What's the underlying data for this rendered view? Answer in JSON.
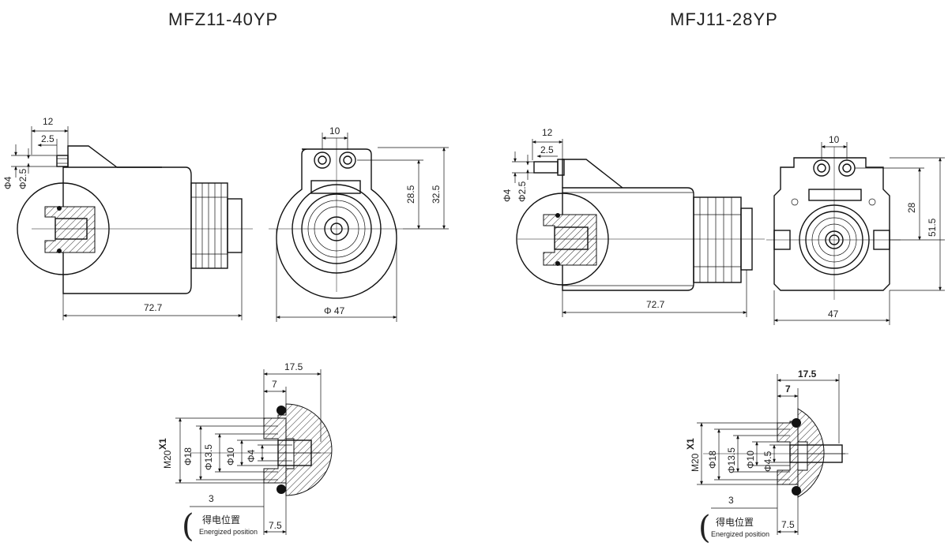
{
  "left": {
    "title": "MFZ11-40YP",
    "side": {
      "d_12": "12",
      "d_2_5": "2.5",
      "d_phi4": "Φ4",
      "d_phi2_5": "Φ2.5",
      "d_length": "72.7"
    },
    "front": {
      "d_10": "10",
      "d_28_5": "28.5",
      "d_32_5": "32.5",
      "d_dia": "Φ 47"
    },
    "detail": {
      "d_17_5": "17.5",
      "d_7": "7",
      "d_m20": "M20",
      "d_x1": "X1",
      "d_phi18": "Φ18",
      "d_phi13_5": "Φ13.5",
      "d_phi10": "Φ10",
      "d_phi4": "Φ4",
      "d_3": "3",
      "d_7_5": "7.5",
      "note_cn": "得电位置",
      "note_en": "Energized position",
      "paren": "("
    }
  },
  "right": {
    "title": "MFJ11-28YP",
    "side": {
      "d_12": "12",
      "d_2_5": "2.5",
      "d_phi4": "Φ4",
      "d_phi2_5": "Φ2.5",
      "d_length": "72.7"
    },
    "front": {
      "d_10": "10",
      "d_28": "28",
      "d_51_5": "51.5",
      "d_47": "47"
    },
    "detail": {
      "d_17_5": "17.5",
      "d_7": "7",
      "d_m20": "M20",
      "d_x1": "X1",
      "d_phi18": "Φ18",
      "d_phi13_5": "Φ13.5",
      "d_phi10": "Φ10",
      "d_phi4_5": "Φ4.5",
      "d_3": "3",
      "d_7_5": "7.5",
      "note_cn": "得电位置",
      "note_en": "Energized position",
      "paren": "("
    }
  }
}
